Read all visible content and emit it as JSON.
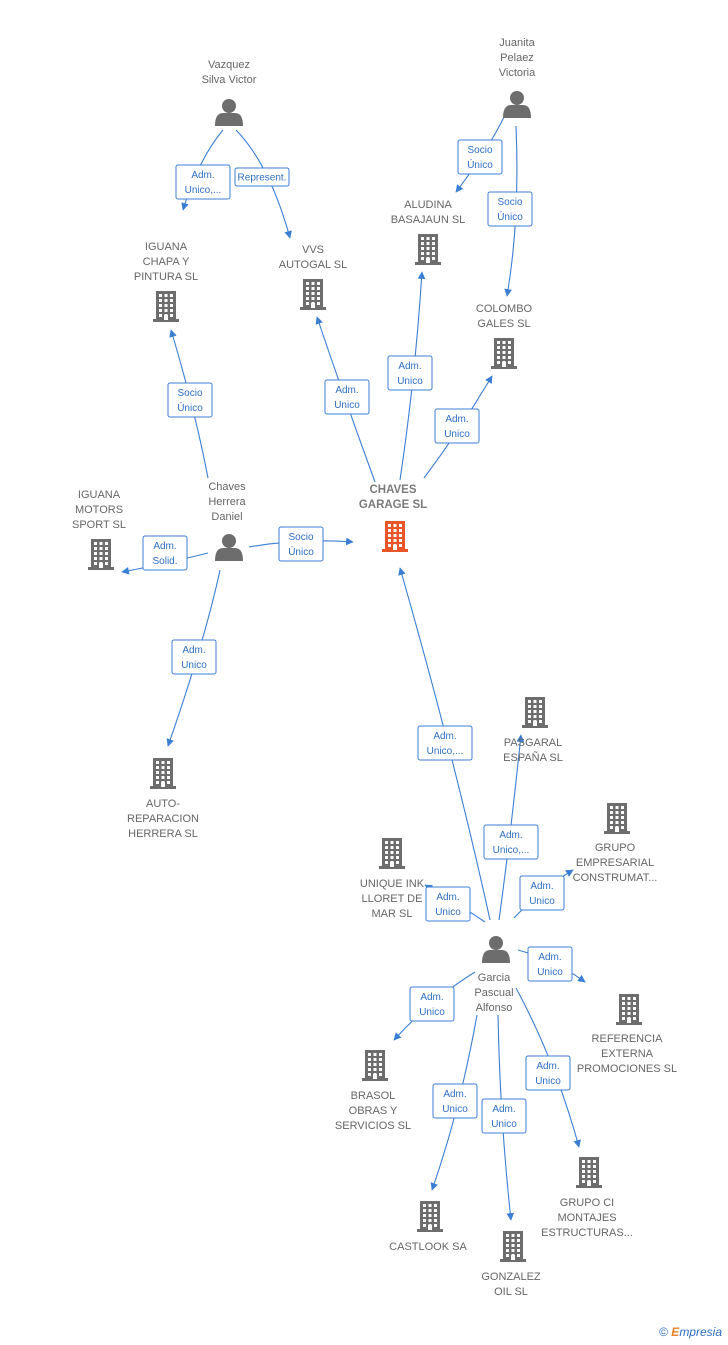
{
  "colors": {
    "edge": "#3b7fd4",
    "company": "#6d6d6d",
    "main_company": "#e8562a",
    "person": "#6d6d6d"
  },
  "nodes": [
    {
      "id": "vazquez",
      "kind": "person",
      "lines": [
        "Vazquez",
        "Silva Victor"
      ]
    },
    {
      "id": "juanita",
      "kind": "person",
      "lines": [
        "Juanita",
        "Pelaez",
        "Victoria"
      ]
    },
    {
      "id": "aludina",
      "kind": "company",
      "lines": [
        "ALUDINA",
        "BASAJAUN  SL"
      ]
    },
    {
      "id": "iguana_chapa",
      "kind": "company",
      "lines": [
        "IGUANA",
        "CHAPA Y",
        "PINTURA  SL"
      ]
    },
    {
      "id": "vvs",
      "kind": "company",
      "lines": [
        "VVS",
        "AUTOGAL  SL"
      ]
    },
    {
      "id": "colombo",
      "kind": "company",
      "lines": [
        "COLOMBO",
        "GALES  SL"
      ]
    },
    {
      "id": "chaves_person",
      "kind": "person",
      "lines": [
        "Chaves",
        "Herrera",
        "Daniel"
      ]
    },
    {
      "id": "chaves_garage",
      "kind": "main",
      "lines": [
        "CHAVES",
        "GARAGE  SL"
      ]
    },
    {
      "id": "iguana_motors",
      "kind": "company",
      "lines": [
        "IGUANA",
        "MOTORS",
        "SPORT SL"
      ]
    },
    {
      "id": "auto_rep",
      "kind": "company",
      "lines": [
        "AUTO-",
        "REPARACION",
        "HERRERA  SL"
      ]
    },
    {
      "id": "pasgaral",
      "kind": "company",
      "lines": [
        "PASGARAL",
        "ESPAÑA  SL"
      ]
    },
    {
      "id": "grupo_emp",
      "kind": "company",
      "lines": [
        "GRUPO",
        "EMPRESARIAL",
        "CONSTRUMAT..."
      ]
    },
    {
      "id": "unique",
      "kind": "company",
      "lines": [
        "UNIQUE INK",
        "LLORET DE",
        "MAR  SL"
      ]
    },
    {
      "id": "garcia",
      "kind": "person",
      "lines": [
        "Garcia",
        "Pascual",
        "Alfonso"
      ]
    },
    {
      "id": "referencia",
      "kind": "company",
      "lines": [
        "REFERENCIA",
        "EXTERNA",
        "PROMOCIONES SL"
      ]
    },
    {
      "id": "brasol",
      "kind": "company",
      "lines": [
        "BRASOL",
        "OBRAS Y",
        "SERVICIOS  SL"
      ]
    },
    {
      "id": "grupo_ci",
      "kind": "company",
      "lines": [
        "GRUPO CI",
        "MONTAJES",
        "ESTRUCTURAS..."
      ]
    },
    {
      "id": "castlook",
      "kind": "company",
      "lines": [
        "CASTLOOK SA"
      ]
    },
    {
      "id": "gonzalez",
      "kind": "company",
      "lines": [
        "GONZALEZ",
        "OIL  SL"
      ]
    }
  ],
  "edges": [
    {
      "from": "vazquez",
      "to": "iguana_chapa",
      "label": [
        "Adm.",
        "Unico,..."
      ]
    },
    {
      "from": "vazquez",
      "to": "vvs",
      "label": [
        "Represent."
      ]
    },
    {
      "from": "juanita",
      "to": "aludina",
      "label": [
        "Socio",
        "Único"
      ]
    },
    {
      "from": "juanita",
      "to": "colombo",
      "label": [
        "Socio",
        "Único"
      ]
    },
    {
      "from": "chaves_person",
      "to": "iguana_chapa",
      "label": [
        "Socio",
        "Único"
      ]
    },
    {
      "from": "chaves_garage",
      "to": "vvs",
      "label": [
        "Adm.",
        "Unico"
      ]
    },
    {
      "from": "chaves_garage",
      "to": "aludina",
      "label": [
        "Adm.",
        "Unico"
      ]
    },
    {
      "from": "chaves_garage",
      "to": "colombo",
      "label": [
        "Adm.",
        "Unico"
      ]
    },
    {
      "from": "chaves_person",
      "to": "iguana_motors",
      "label": [
        "Adm.",
        "Solid."
      ]
    },
    {
      "from": "chaves_person",
      "to": "chaves_garage",
      "label": [
        "Socio",
        "Único"
      ]
    },
    {
      "from": "chaves_person",
      "to": "auto_rep",
      "label": [
        "Adm.",
        "Unico"
      ]
    },
    {
      "from": "garcia",
      "to": "chaves_garage",
      "label": [
        "Adm.",
        "Unico,..."
      ]
    },
    {
      "from": "garcia",
      "to": "pasgaral",
      "label": [
        "Adm.",
        "Unico,..."
      ]
    },
    {
      "from": "garcia",
      "to": "grupo_emp",
      "label": [
        "Adm.",
        "Unico"
      ]
    },
    {
      "from": "garcia",
      "to": "unique",
      "label": [
        "Adm.",
        "Unico"
      ]
    },
    {
      "from": "garcia",
      "to": "referencia",
      "label": [
        "Adm.",
        "Unico"
      ]
    },
    {
      "from": "garcia",
      "to": "brasol",
      "label": [
        "Adm.",
        "Unico"
      ]
    },
    {
      "from": "garcia",
      "to": "grupo_ci",
      "label": [
        "Adm.",
        "Unico"
      ]
    },
    {
      "from": "garcia",
      "to": "castlook",
      "label": [
        "Adm.",
        "Unico"
      ]
    },
    {
      "from": "garcia",
      "to": "gonzalez",
      "label": [
        "Adm.",
        "Unico"
      ]
    }
  ],
  "footer": {
    "copyright_symbol": "©",
    "brand_initial": "E",
    "brand_rest": "mpresia"
  }
}
